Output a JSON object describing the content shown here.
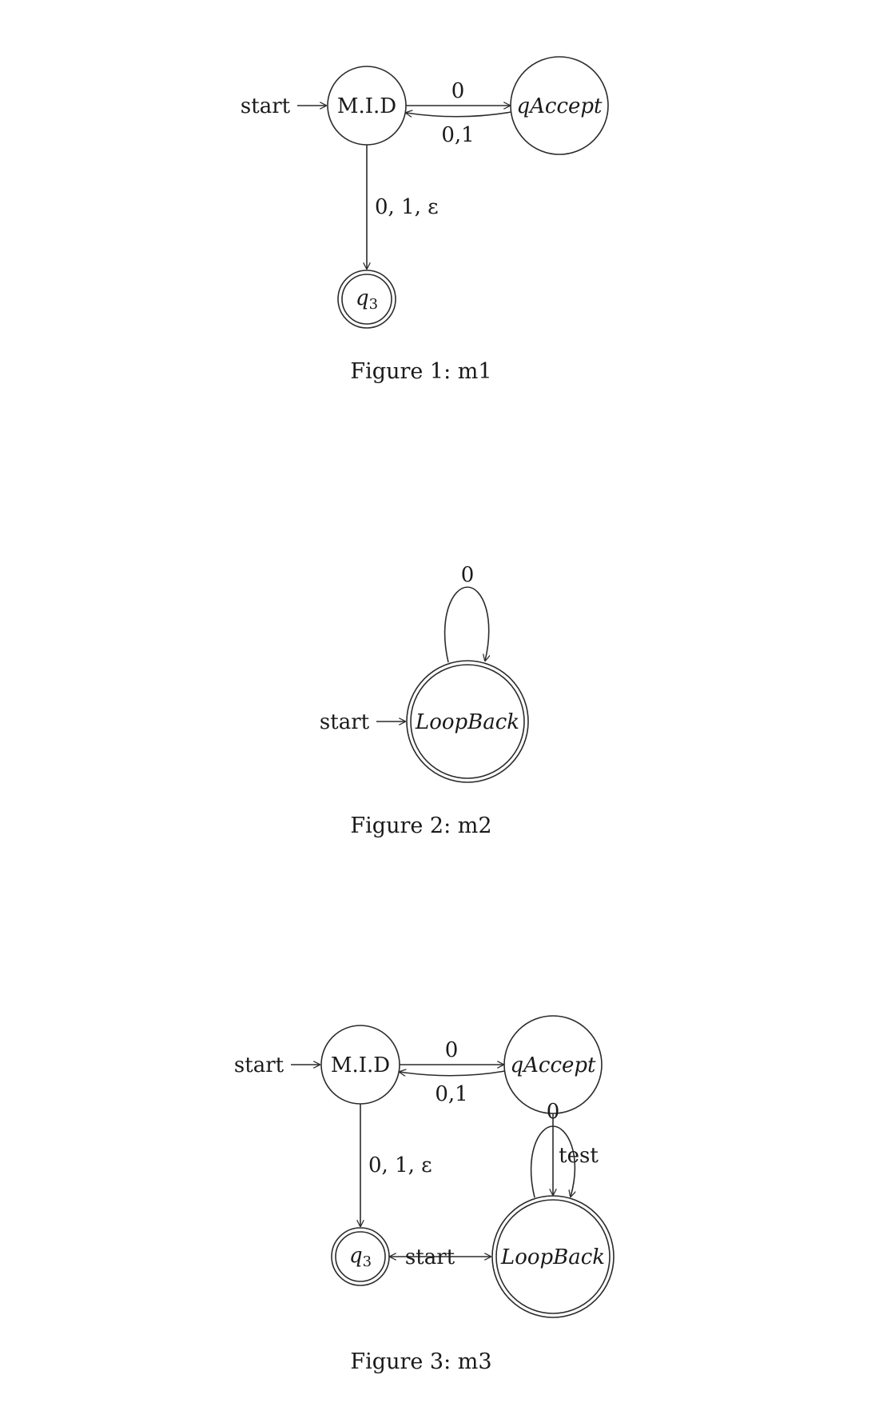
{
  "figures": [
    {
      "caption": "Figure 1: m1",
      "start_label": "start",
      "states": {
        "mid": "M.I.D",
        "accept": "qAccept",
        "q3_main": "q",
        "q3_sub": "3"
      },
      "edges": {
        "mid_to_accept": "0",
        "accept_to_mid": "0,1",
        "mid_to_q3": "0, 1, ε"
      }
    },
    {
      "caption": "Figure 2: m2",
      "start_label": "start",
      "states": {
        "loop": "LoopBack"
      },
      "edges": {
        "self_loop": "0"
      }
    },
    {
      "caption": "Figure 3: m3",
      "start_label": "start",
      "states": {
        "mid": "M.I.D",
        "accept": "qAccept",
        "q3_main": "q",
        "q3_sub": "3",
        "loop": "LoopBack"
      },
      "edges": {
        "mid_to_accept": "0",
        "accept_to_mid": "0,1",
        "mid_to_q3": "0, 1, ε",
        "accept_to_loop": "0",
        "loop_self": "test",
        "q3_loop": "start"
      }
    }
  ]
}
